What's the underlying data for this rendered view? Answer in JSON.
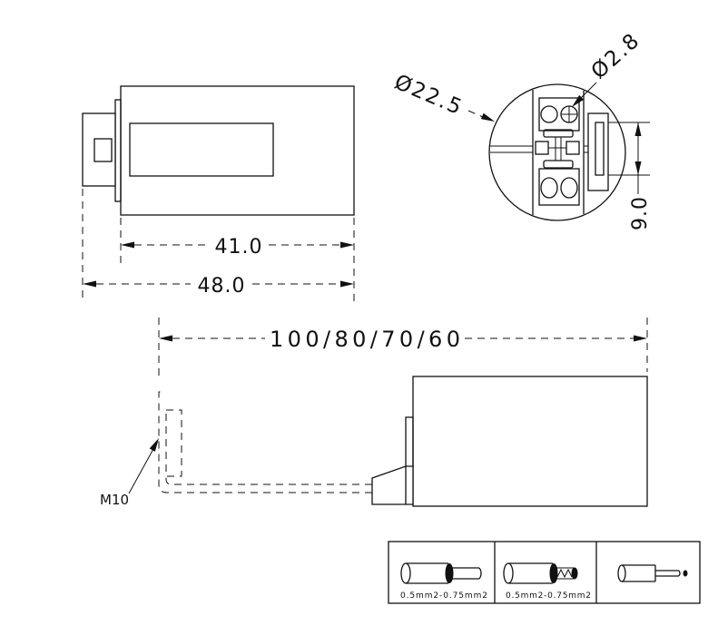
{
  "drawing": {
    "line_color": "#111111",
    "background": "#ffffff"
  },
  "top_view": {
    "dim_body_length": "41.0",
    "dim_overall_length": "48.0"
  },
  "end_view": {
    "dim_outer_diameter": "Ø22.5",
    "dim_hole_diameter": "Ø2.8",
    "dim_tab_width": "9.0"
  },
  "side_view": {
    "dim_cable_length": "100/80/70/60",
    "thread_label": "M10"
  },
  "wire_table": {
    "cells": [
      {
        "icon": "stripped-wire-icon",
        "label": "0.5mm2-0.75mm2"
      },
      {
        "icon": "twisted-wire-icon",
        "label": "0.5mm2-0.75mm2"
      },
      {
        "icon": "pin-terminal-icon"
      }
    ]
  }
}
